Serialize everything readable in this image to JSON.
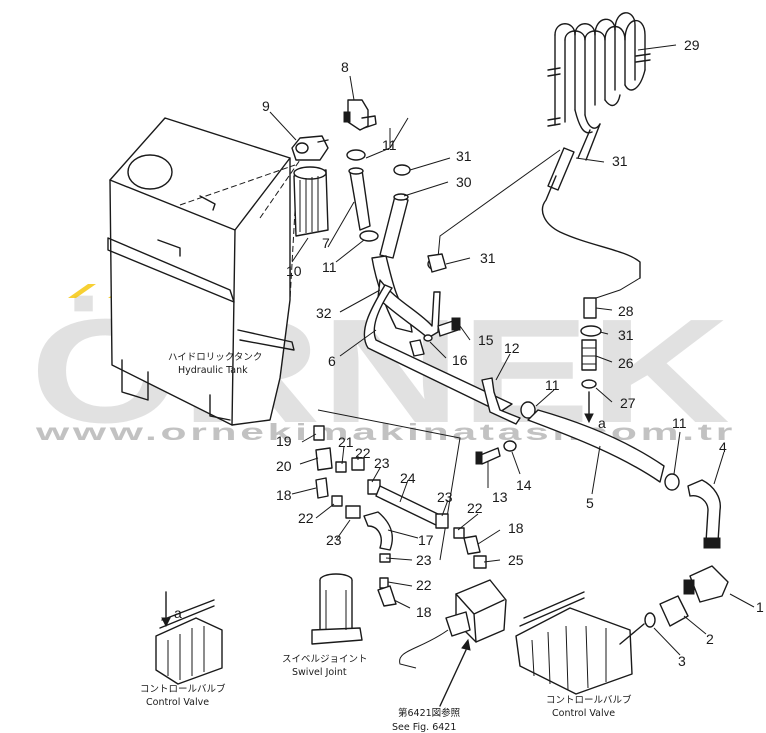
{
  "watermark": {
    "brand": "ÖRNEK",
    "site": "www.ornekimakinatasi.com.tr",
    "accent_color": "#f5c400"
  },
  "captions": {
    "hydraulic_tank_jp": "ハイドロリックタンク",
    "hydraulic_tank_en": "Hydraulic Tank",
    "swivel_joint_jp": "スイベルジョイント",
    "swivel_joint_en": "Swivel Joint",
    "control_valve_left_jp": "コントロールバルブ",
    "control_valve_left_en": "Control Valve",
    "control_valve_right_jp": "コントロールバルブ",
    "control_valve_right_en": "Control Valve",
    "see_fig_jp": "第6421図参照",
    "see_fig_en": "See Fig. 6421"
  },
  "arrow_marks": {
    "top": "a",
    "bottom": "a"
  },
  "callouts": [
    {
      "label": "1"
    },
    {
      "label": "2"
    },
    {
      "label": "3"
    },
    {
      "label": "4"
    },
    {
      "label": "5"
    },
    {
      "label": "6"
    },
    {
      "label": "7"
    },
    {
      "label": "8"
    },
    {
      "label": "9"
    },
    {
      "label": "10"
    },
    {
      "label": "11"
    },
    {
      "label": "11"
    },
    {
      "label": "11"
    },
    {
      "label": "11"
    },
    {
      "label": "12"
    },
    {
      "label": "13"
    },
    {
      "label": "14"
    },
    {
      "label": "15"
    },
    {
      "label": "16"
    },
    {
      "label": "17"
    },
    {
      "label": "18"
    },
    {
      "label": "18"
    },
    {
      "label": "18"
    },
    {
      "label": "19"
    },
    {
      "label": "20"
    },
    {
      "label": "21"
    },
    {
      "label": "22"
    },
    {
      "label": "22"
    },
    {
      "label": "22"
    },
    {
      "label": "22"
    },
    {
      "label": "23"
    },
    {
      "label": "23"
    },
    {
      "label": "23"
    },
    {
      "label": "23"
    },
    {
      "label": "24"
    },
    {
      "label": "25"
    },
    {
      "label": "26"
    },
    {
      "label": "27"
    },
    {
      "label": "28"
    },
    {
      "label": "29"
    },
    {
      "label": "30"
    },
    {
      "label": "31"
    },
    {
      "label": "31"
    },
    {
      "label": "31"
    },
    {
      "label": "31"
    },
    {
      "label": "32"
    }
  ]
}
